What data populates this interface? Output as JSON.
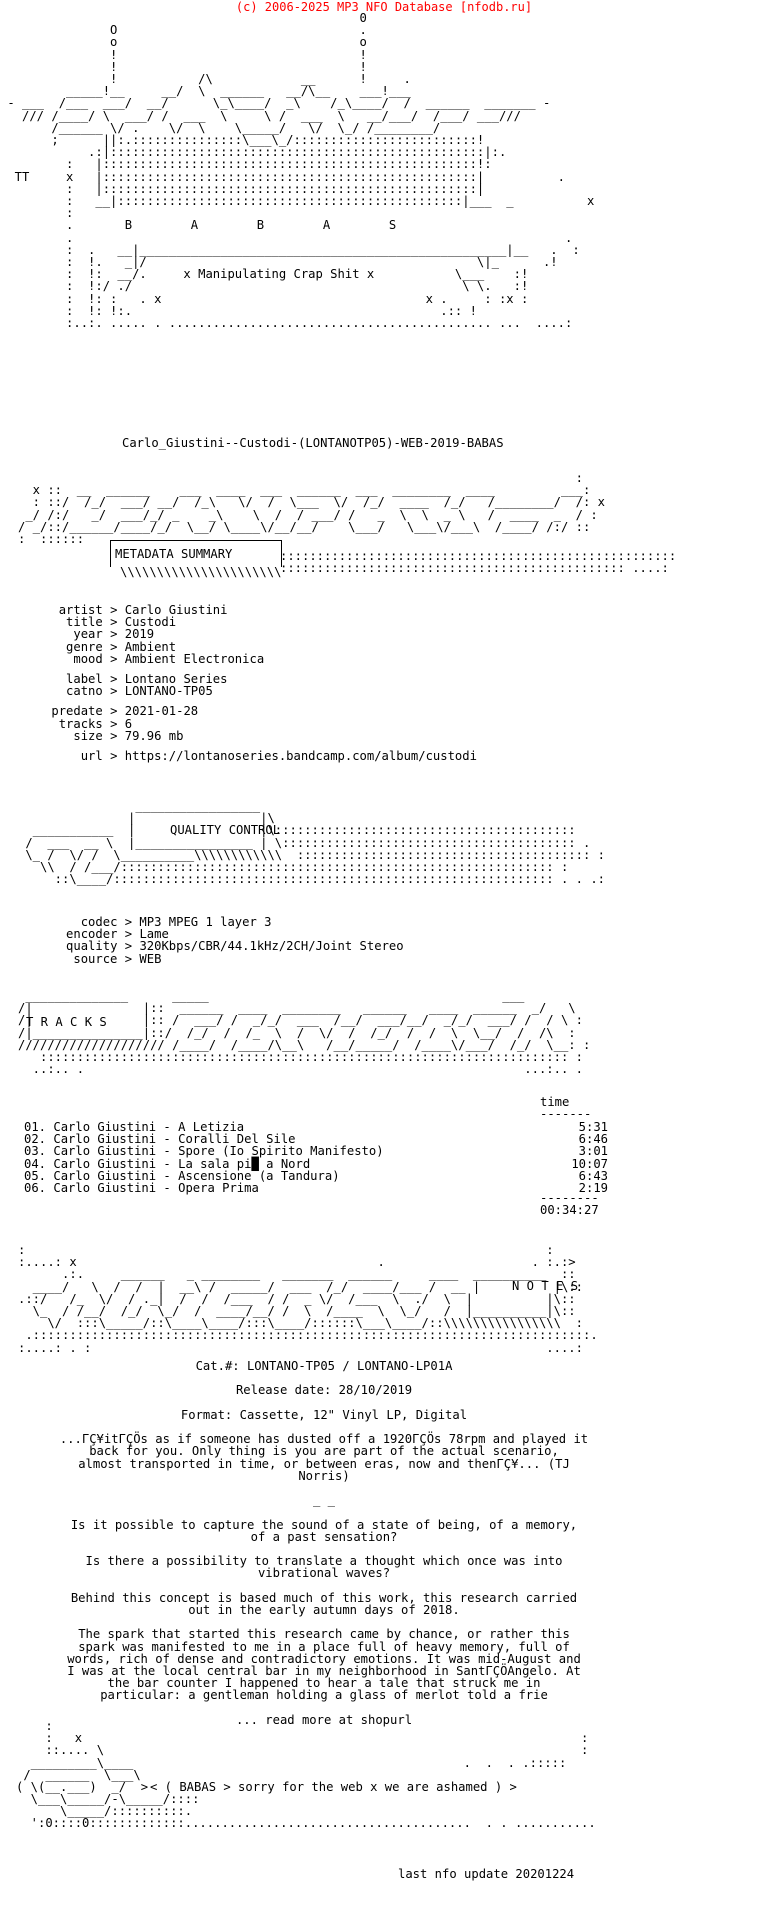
{
  "header": {
    "credit": "(c) 2006-2025 MP3 NFO Database [nfodb.ru]"
  },
  "logo_art": "                                                 0                               \n               O                                 .                                \n               o                                 o                               \n               !                                 !                               \n               !                                 !                               \n               !           /\\            __      !     .                         \n         _____!__     __/  \\  ______   __/\\__    ___!___                        \n - ___  /___  ___/  __/      \\_\\____/  _\\    /_\\____/  /  ______  _______ -    \n   /// /____/ \\  ___/ /  ___  \\     \\ /  ___  \\   __/___/  /___/ ___///         \n       /______ \\/ .    \\/  \\    \\_____/   \\/  \\_/ /________/                     \n       ;      ||:.:::::::::::::::\\___\\_/:::::::::::::::::::::::::!               \n            .:|:::::::::::::::::::::::::::::::::::::::::::::::::::|:.             \n         :   |:::::::::::::::::::::::::::::::::::::::::::::::::::!:              \n  TT     x   |:::::::::::::::::::::::::::::::::::::::::::::::::::|          .    \n         :   |:::::::::::::::::::::::::::::::::::::::::::::::::::|               \n         :   __|:::::::::::::::::::::::::::::::::::::::::::::::|___  _          x \n         :                                                                        \n         .       B        A        B        A        S                           \n         .                                                                   .   \n         :  .   __|__________________________________________________|__   .  :  \n         :  !.   _|/                                             \\|_      .!  \n         :  !:  __/.     x Manipulating Crap Shit x           \\___    :!  \n         :  !:/ ./                                             \\ \\.   :!  \n         :  !: :   . x                                    x .     : :x :  \n         :  !: !:.                                          .:: !  \n         :..:. ..... . ............................................ ...  ....: ",
  "release_name": "Carlo_Giustini--Custodi-(LONTANOTP05)-WEB-2019-BABAS",
  "meta_title": "METADATA SUMMARY",
  "metadata": [
    {
      "key": "artist",
      "value": "Carlo Giustini"
    },
    {
      "key": "title",
      "value": "Custodi"
    },
    {
      "key": "year",
      "value": "2019"
    },
    {
      "key": "genre",
      "value": "Ambient"
    },
    {
      "key": "mood",
      "value": "Ambient Electronica"
    },
    {
      "key": "",
      "value": ""
    },
    {
      "key": "label",
      "value": "Lontano Series"
    },
    {
      "key": "catno",
      "value": "LONTANO-TP05"
    },
    {
      "key": "",
      "value": ""
    },
    {
      "key": "predate",
      "value": "2021-01-28"
    },
    {
      "key": "tracks",
      "value": "6"
    },
    {
      "key": "size",
      "value": "79.96 mb"
    },
    {
      "key": "",
      "value": ""
    },
    {
      "key": "url",
      "value": "https://lontanoseries.bandcamp.com/album/custodi"
    }
  ],
  "quality_title": "QUALITY CONTROL",
  "quality": [
    {
      "key": "codec",
      "value": "MP3 MPEG 1 layer 3"
    },
    {
      "key": "encoder",
      "value": "Lame"
    },
    {
      "key": "quality",
      "value": "320Kbps/CBR/44.1kHz/2CH/Joint Stereo"
    },
    {
      "key": "source",
      "value": "WEB"
    }
  ],
  "tracks_title": "T R A C K S",
  "time_header": "time",
  "tracks": [
    {
      "num": "01.",
      "artist": "Carlo Giustini",
      "title": "A Letizia",
      "time": "5:31"
    },
    {
      "num": "02.",
      "artist": "Carlo Giustini",
      "title": "Coralli Del Sile",
      "time": "6:46"
    },
    {
      "num": "03.",
      "artist": "Carlo Giustini",
      "title": "Spore (Io Spirito Manifesto)",
      "time": "3:01"
    },
    {
      "num": "04.",
      "artist": "Carlo Giustini",
      "title": "La sala pi█ a Nord",
      "time": "10:07"
    },
    {
      "num": "05.",
      "artist": "Carlo Giustini",
      "title": "Ascensione (a Tandura)",
      "time": "6:43"
    },
    {
      "num": "06.",
      "artist": "Carlo Giustini",
      "title": "Opera Prima",
      "time": "2:19"
    }
  ],
  "total_time": "00:34:27",
  "notes_title": "N O T E S",
  "notes": [
    "Cat.#: LONTANO-TP05 / LONTANO-LP01A",
    "",
    "Release date: 28/10/2019",
    "",
    "Format: Cassette, 12\" Vinyl LP, Digital",
    "",
    "...ΓÇ¥itΓÇÖs as if someone has dusted off a 1920ΓÇÖs 78rpm and played it",
    "back for you. Only thing is you are part of the actual scenario,",
    "almost transported in time, or between eras, now and thenΓÇ¥... (TJ",
    "Norris)",
    "",
    "_ _",
    "",
    "Is it possible to capture the sound of a state of being, of a memory,",
    "of a past sensation?",
    "",
    "Is there a possibility to translate a thought which once was into",
    "vibrational waves?",
    "",
    "Behind this concept is based much of this work, this research carried",
    "out in the early autumn days of 2018.",
    "",
    "The spark that started this research came by chance, or rather this",
    "spark was manifested to me in a place full of heavy memory, full of",
    "words, rich of dense and contradictory emotions. It was mid-August and",
    "I was at the local central bar in my neighborhood in SantΓÇÖAngelo. At",
    "the bar counter I happened to hear a tale that struck me in",
    "particular: a gentleman holding a glass of merlot told a frie",
    "",
    "... read more at shopurl"
  ],
  "footer_message": "< ( BABAS > sorry for the web x we are ashamed ) >",
  "last_update": "last nfo update 20201224"
}
